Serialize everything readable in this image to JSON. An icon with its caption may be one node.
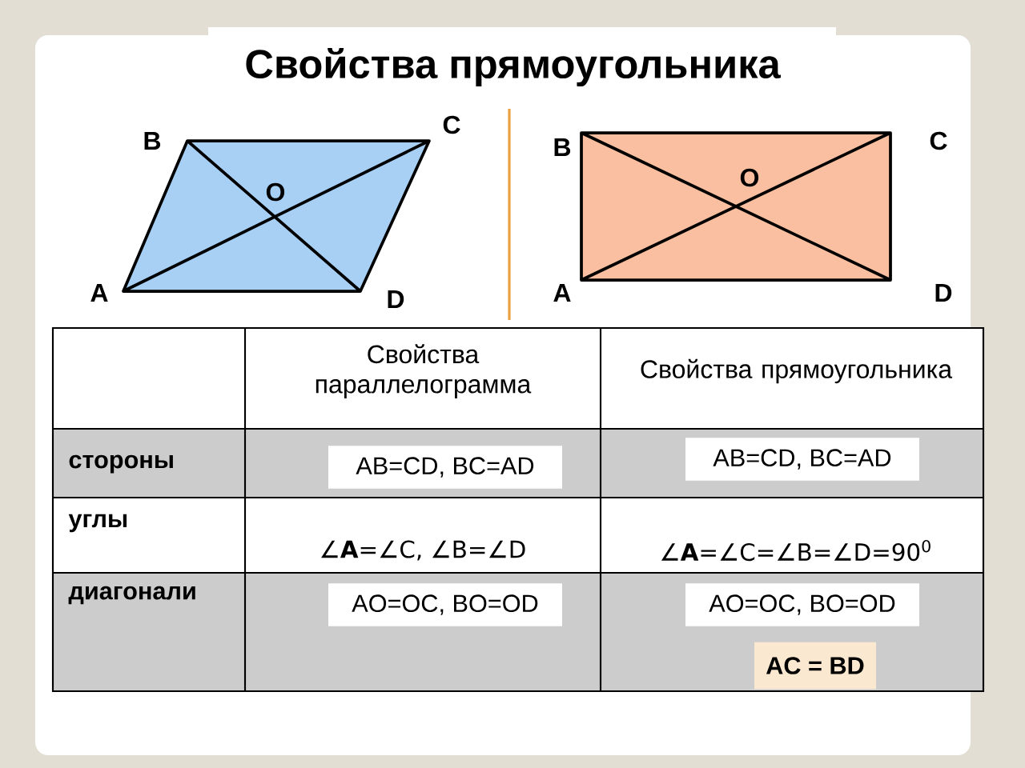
{
  "diagram": {
    "title": "Свойства прямоугольника",
    "labels": [
      "B",
      "C",
      "O",
      "A",
      "D",
      "B",
      "C",
      "O",
      "A",
      "D",
      "Свойства параллелограмма",
      "Свойства прямоугольника",
      "стороны",
      "AB=CD, BC=AD",
      "AB=CD, BC=AD",
      "углы",
      "∠**A**=∠C, ∠B=∠D",
      "∠**A**=∠C=∠B=∠D=90$^{0}$",
      "диагонали",
      "AO=OC, BO=OD",
      "AO=OC, BO=OD",
      "AC = BD"
    ]
  }
}
